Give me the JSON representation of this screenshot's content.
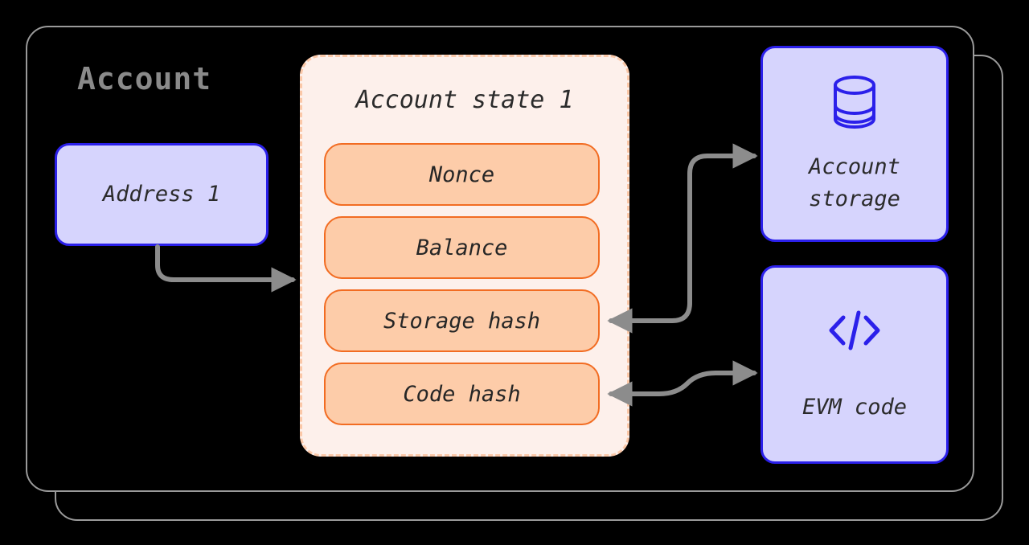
{
  "diagram": {
    "title": "Account",
    "theme": {
      "background": "#000000",
      "frame_stroke": "#9a9a9a",
      "node_fill": "#d6d4fd",
      "node_stroke": "#2b20ea",
      "container_fill": "#fdf0eb",
      "container_stroke": "#fbc8a8",
      "pill_fill": "#fdcca9",
      "pill_stroke": "#f26c22",
      "arrow_color": "#8c8c8c",
      "title_color": "#8a8a8a",
      "text_color": "#2b2b2b"
    }
  },
  "group": {
    "label": "Account",
    "stacked": true,
    "card_count": 2
  },
  "nodes": {
    "address": {
      "label": "Address 1",
      "icon": "none"
    },
    "account_storage": {
      "label": "Account\nstorage",
      "icon": "database-icon"
    },
    "evm_code": {
      "label": "EVM code",
      "icon": "code-brackets-icon"
    }
  },
  "state_container": {
    "title": "Account state 1",
    "border_style": "dashed",
    "fields": [
      {
        "label": "Nonce"
      },
      {
        "label": "Balance"
      },
      {
        "label": "Storage hash"
      },
      {
        "label": "Code hash"
      }
    ]
  },
  "connectors": [
    {
      "name": "address-to-state",
      "from": "Address 1",
      "to": "Account state 1",
      "heads": "one-way"
    },
    {
      "name": "storage-hash-to-account-storage",
      "from": "Storage hash",
      "to": "Account storage",
      "heads": "two-way"
    },
    {
      "name": "code-hash-to-evm-code",
      "from": "Code hash",
      "to": "EVM code",
      "heads": "two-way"
    }
  ]
}
